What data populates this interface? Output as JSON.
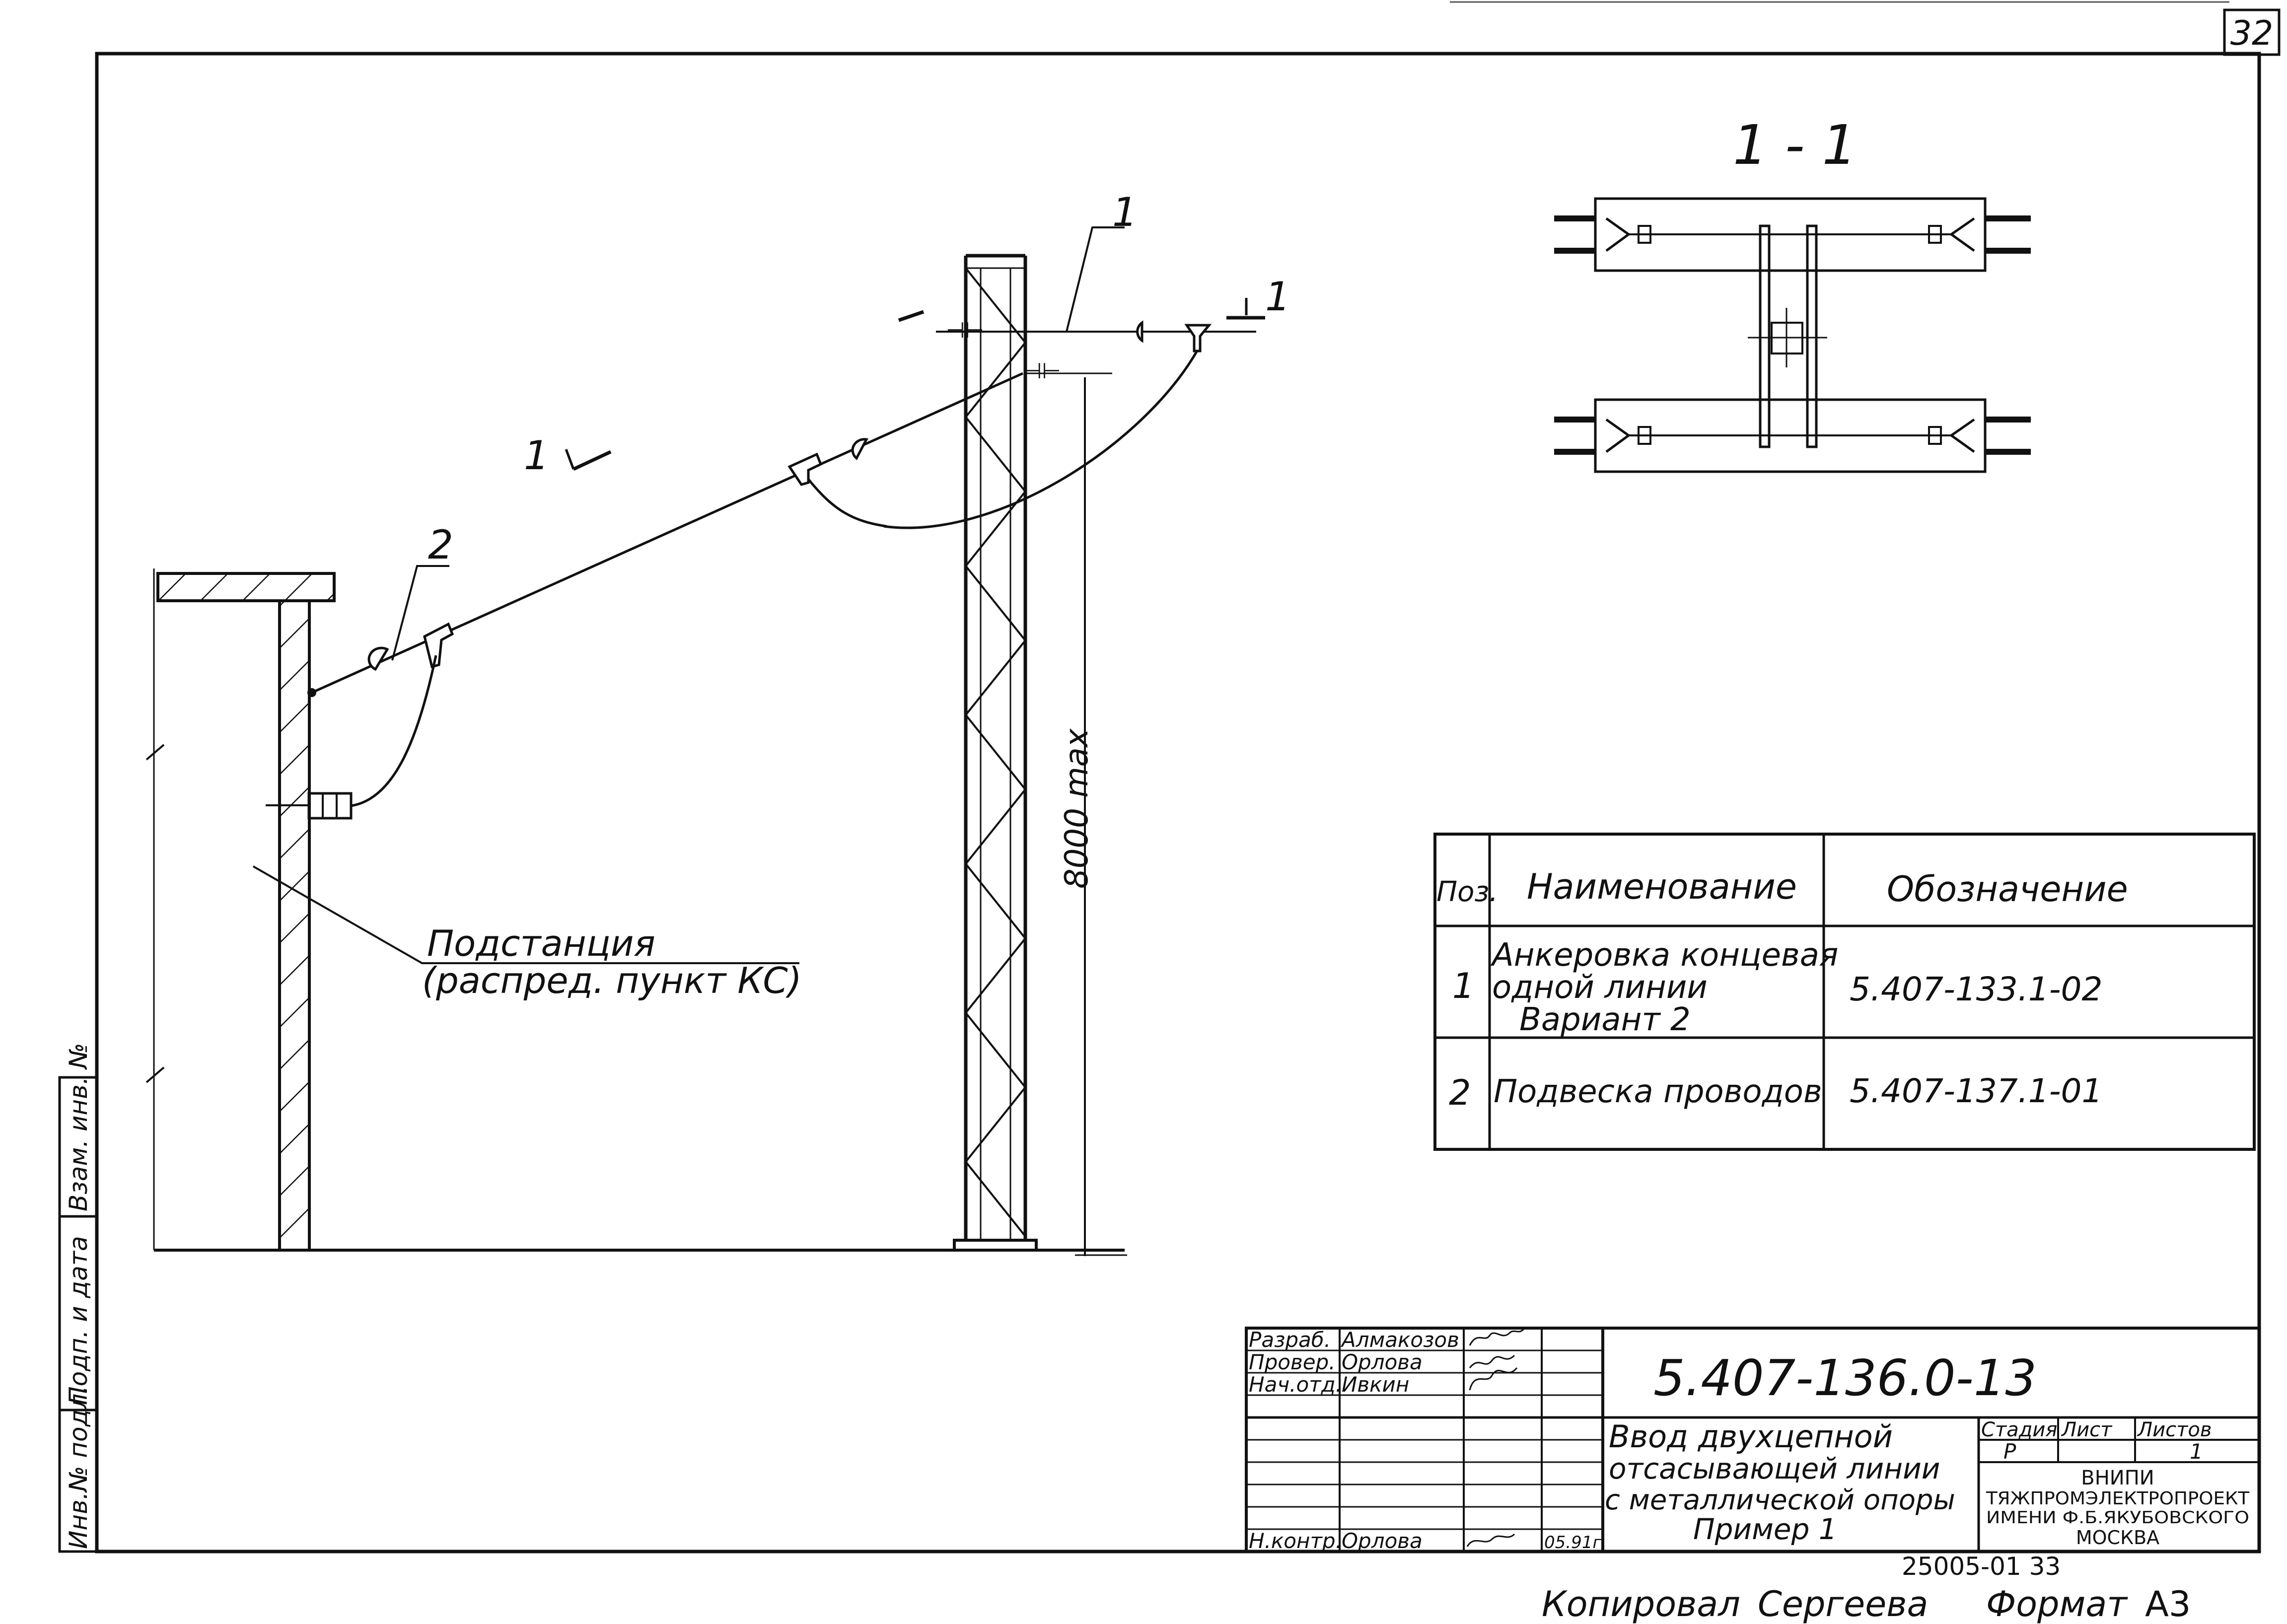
{
  "sheet": {
    "page_number": "32",
    "archive_number": "25005-01  33",
    "copied_by_label": "Копировал",
    "copied_by": "Сергеева",
    "format_label": "Формат",
    "format": "А3"
  },
  "drawing": {
    "section_title": "1 - 1",
    "callout_1": "1",
    "callout_2": "2",
    "section_mark_top": "1",
    "section_mark_left": "1",
    "substation_label_line1": "Подстанция",
    "substation_label_line2": "(распред. пункт КС)",
    "height_dimension": "8000 max"
  },
  "spec_table": {
    "headers": [
      "Поз.",
      "Наименование",
      "Обозначение"
    ],
    "rows": [
      {
        "pos": "1",
        "name_lines": [
          "Анкеровка концевая",
          "одной линии",
          "Вариант 2"
        ],
        "designation": "5.407-133.1-02"
      },
      {
        "pos": "2",
        "name_lines": [
          "Подвеска проводов"
        ],
        "designation": "5.407-137.1-01"
      }
    ]
  },
  "title_block": {
    "document_code": "5.407-136.0-13",
    "title_lines": [
      "Ввод двухцепной",
      "отсасывающей линии",
      "с металлической опоры",
      "Пример 1"
    ],
    "roles": [
      {
        "role": "Разраб.",
        "name": "Алмакозов"
      },
      {
        "role": "Провер.",
        "name": "Орлова"
      },
      {
        "role": "Нач.отд.",
        "name": "Ивкин"
      },
      {
        "role": "Н.контр.",
        "name": "Орлова",
        "date": "05.91г."
      }
    ],
    "stage_header": "Стадия",
    "sheet_header": "Лист",
    "sheets_header": "Листов",
    "stage": "Р",
    "sheets": "1",
    "org_lines": [
      "ВНИПИ",
      "ТЯЖПРОМЭЛЕКТРОПРОЕКТ",
      "ИМЕНИ Ф.Б.ЯКУБОВСКОГО",
      "МОСКВА"
    ]
  },
  "left_stamps": [
    "Инв.№ подл.",
    "Подп. и дата",
    "Взам. инв. №"
  ]
}
